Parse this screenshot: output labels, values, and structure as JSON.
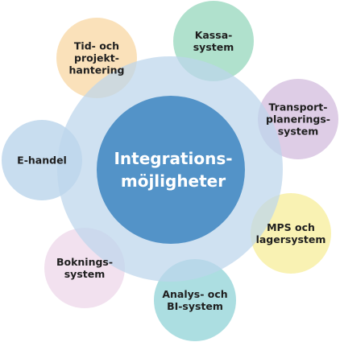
{
  "center": {
    "lines": [
      "Integrations-",
      "möjligheter"
    ]
  },
  "nodes": [
    {
      "id": "tid-och-projekthantering",
      "lines": [
        "Tid- och",
        "projekt-",
        "hantering"
      ],
      "color": "#f9dcae"
    },
    {
      "id": "kassasystem",
      "lines": [
        "Kassa-",
        "system"
      ],
      "color": "#a2dcc4"
    },
    {
      "id": "transportplaneringssystem",
      "lines": [
        "Transport-",
        "planerings-",
        "system"
      ],
      "color": "#d8c4e2"
    },
    {
      "id": "mps-och-lagersystem",
      "lines": [
        "MPS och",
        "lagersystem"
      ],
      "color": "#f8f0a6"
    },
    {
      "id": "analys-och-bi-system",
      "lines": [
        "Analys- och",
        "BI-system"
      ],
      "color": "#9ed8dc"
    },
    {
      "id": "bokningssystem",
      "lines": [
        "Boknings-",
        "system"
      ],
      "color": "#f0dcec"
    },
    {
      "id": "e-handel",
      "lines": [
        "E-handel"
      ],
      "color": "#bed7ec"
    }
  ],
  "colors": {
    "outer_ring": "#bcd6ec",
    "center_circle": "#5393c8",
    "center_text": "#ffffff",
    "node_text": "#1f1f1f"
  }
}
